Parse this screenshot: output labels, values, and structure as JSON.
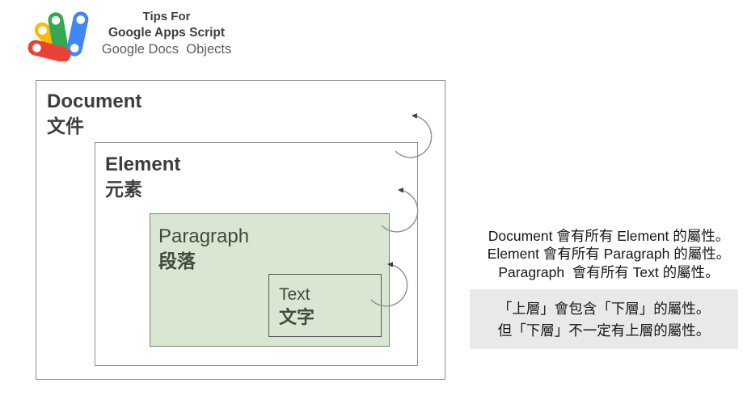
{
  "header": {
    "title_line1": "Tips For",
    "title_line2": "Google Apps Script",
    "subtitle": "Google Docs  Objects"
  },
  "diagram": {
    "document": {
      "en": "Document",
      "zh": "文件"
    },
    "element": {
      "en": "Element",
      "zh": "元素"
    },
    "paragraph": {
      "en": "Paragraph",
      "zh": "段落"
    },
    "text": {
      "en": "Text",
      "zh": "文字"
    }
  },
  "notes": {
    "inheritance_lines": [
      "Document 會有所有 Element 的屬性。",
      "Element 會有所有 Paragraph 的屬性。",
      "Paragraph  會有所有 Text 的屬性。"
    ],
    "summary_lines": [
      "「上層」會包含「下層」的屬性。",
      "但「下層」不一定有上層的屬性。"
    ]
  },
  "colors": {
    "logo_red": "#EA4335",
    "logo_yellow": "#FBBC05",
    "logo_green": "#34A853",
    "logo_blue": "#4285F4",
    "box_border_gray": "#8c8c8c",
    "green_fill": "#d9e7d2",
    "green_border": "#75846f",
    "text_box_border": "#565b54",
    "arrow_gray": "#909090",
    "arrowhead": "#3f3f3f",
    "note_bg": "#e9e9e9",
    "heading_text": "#3d3d3d",
    "green_label_text": "#43493f",
    "body_text": "#161616"
  }
}
